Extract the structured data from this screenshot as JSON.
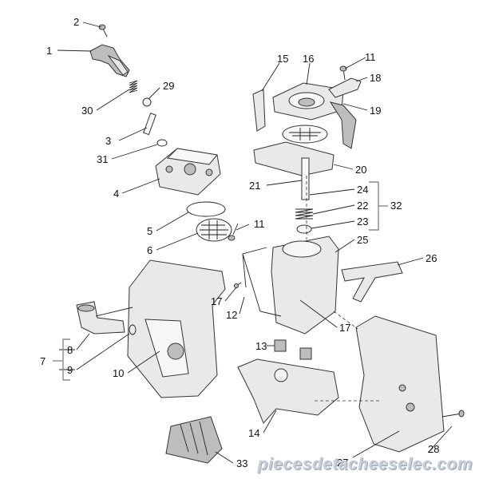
{
  "diagram": {
    "callouts": [
      "1",
      "2",
      "3",
      "4",
      "5",
      "6",
      "7",
      "8",
      "9",
      "10",
      "11",
      "11",
      "12",
      "13",
      "14",
      "15",
      "16",
      "17",
      "17",
      "18",
      "19",
      "20",
      "21",
      "22",
      "23",
      "24",
      "25",
      "26",
      "27",
      "28",
      "29",
      "30",
      "31",
      "32",
      "33"
    ]
  },
  "watermark": "piecesdetacheeselec.com"
}
